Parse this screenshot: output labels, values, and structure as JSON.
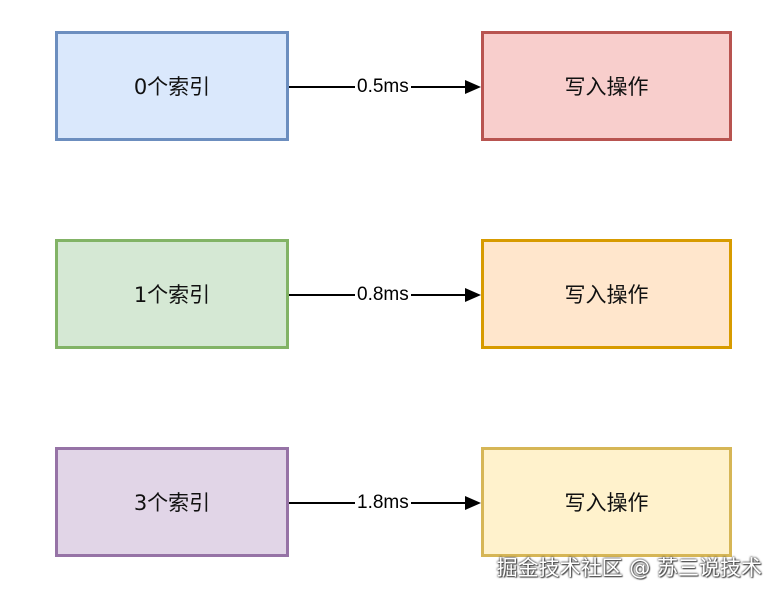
{
  "rows": [
    {
      "index_box": {
        "label": "0个索引",
        "fill": "#dae8fc",
        "stroke": "#6c8ebf"
      },
      "edge_label": "0.5ms",
      "op_box": {
        "label": "写入操作",
        "fill": "#f8cecc",
        "stroke": "#b85450"
      }
    },
    {
      "index_box": {
        "label": "1个索引",
        "fill": "#d5e8d4",
        "stroke": "#82b366"
      },
      "edge_label": "0.8ms",
      "op_box": {
        "label": "写入操作",
        "fill": "#ffe6cc",
        "stroke": "#d79b00"
      }
    },
    {
      "index_box": {
        "label": "3个索引",
        "fill": "#e1d5e7",
        "stroke": "#9673a6"
      },
      "edge_label": "1.8ms",
      "op_box": {
        "label": "写入操作",
        "fill": "#fff2cc",
        "stroke": "#d6b656"
      }
    }
  ],
  "watermark": "掘金技术社区 @ 苏三说技术"
}
